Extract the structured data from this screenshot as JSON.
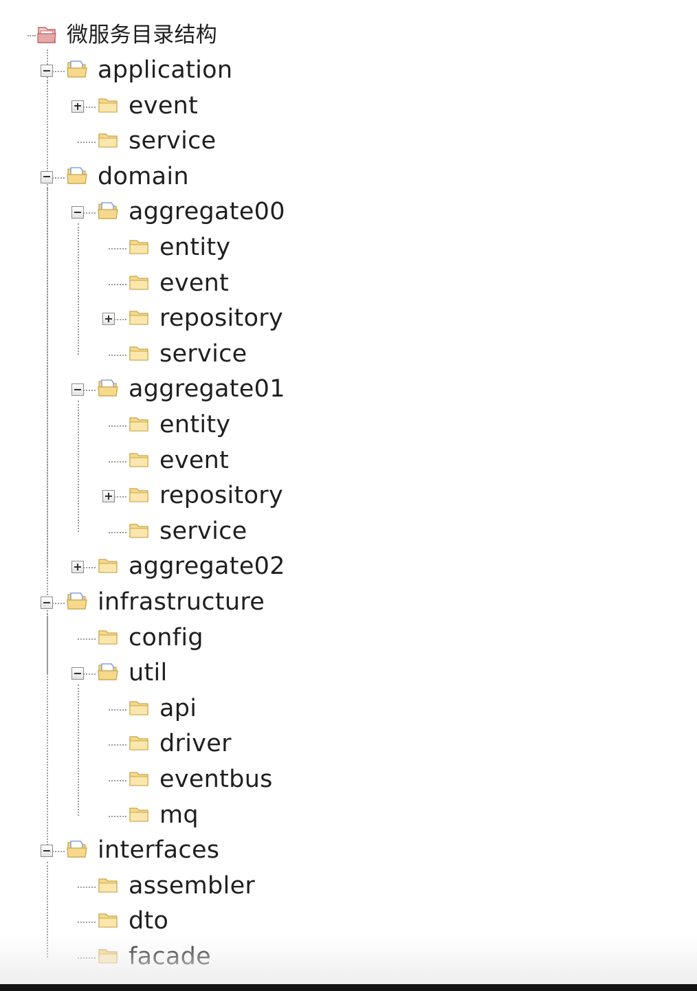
{
  "tree": {
    "root": {
      "label": "微服务目录结构",
      "icon": "root-folder-icon"
    },
    "nodes": [
      {
        "label": "application",
        "depth": 0,
        "toggle": "minus",
        "icon": "open-folder-icon"
      },
      {
        "label": "event",
        "depth": 1,
        "toggle": "plus",
        "icon": "folder-icon"
      },
      {
        "label": "service",
        "depth": 1,
        "toggle": "none",
        "icon": "folder-icon"
      },
      {
        "label": "domain",
        "depth": 0,
        "toggle": "minus",
        "icon": "open-folder-icon"
      },
      {
        "label": "aggregate00",
        "depth": 1,
        "toggle": "minus",
        "icon": "open-folder-icon"
      },
      {
        "label": "entity",
        "depth": 2,
        "toggle": "none",
        "icon": "folder-icon"
      },
      {
        "label": "event",
        "depth": 2,
        "toggle": "none",
        "icon": "folder-icon"
      },
      {
        "label": "repository",
        "depth": 2,
        "toggle": "plus",
        "icon": "folder-icon"
      },
      {
        "label": "service",
        "depth": 2,
        "toggle": "none",
        "icon": "folder-icon"
      },
      {
        "label": "aggregate01",
        "depth": 1,
        "toggle": "minus",
        "icon": "open-folder-icon"
      },
      {
        "label": "entity",
        "depth": 2,
        "toggle": "none",
        "icon": "folder-icon"
      },
      {
        "label": "event",
        "depth": 2,
        "toggle": "none",
        "icon": "folder-icon"
      },
      {
        "label": "repository",
        "depth": 2,
        "toggle": "plus",
        "icon": "folder-icon"
      },
      {
        "label": "service",
        "depth": 2,
        "toggle": "none",
        "icon": "folder-icon"
      },
      {
        "label": "aggregate02",
        "depth": 1,
        "toggle": "plus",
        "icon": "folder-icon"
      },
      {
        "label": "infrastructure",
        "depth": 0,
        "toggle": "minus",
        "icon": "open-folder-icon"
      },
      {
        "label": "config",
        "depth": 1,
        "toggle": "none",
        "icon": "folder-icon"
      },
      {
        "label": "util",
        "depth": 1,
        "toggle": "minus",
        "icon": "open-folder-icon"
      },
      {
        "label": "api",
        "depth": 2,
        "toggle": "none",
        "icon": "folder-icon"
      },
      {
        "label": "driver",
        "depth": 2,
        "toggle": "none",
        "icon": "folder-icon"
      },
      {
        "label": "eventbus",
        "depth": 2,
        "toggle": "none",
        "icon": "folder-icon"
      },
      {
        "label": "mq",
        "depth": 2,
        "toggle": "none",
        "icon": "folder-icon"
      },
      {
        "label": "interfaces",
        "depth": 0,
        "toggle": "minus",
        "icon": "open-folder-icon"
      },
      {
        "label": "assembler",
        "depth": 1,
        "toggle": "none",
        "icon": "folder-icon"
      },
      {
        "label": "dto",
        "depth": 1,
        "toggle": "none",
        "icon": "folder-icon"
      },
      {
        "label": "facade",
        "depth": 1,
        "toggle": "none",
        "icon": "folder-icon"
      }
    ]
  },
  "colors": {
    "folder_fill": "#f6d98a",
    "folder_edge": "#c9a44a",
    "open_folder_accent": "#6f8fd6",
    "root_folder": "#d98a8a",
    "guide_line": "#9a9a9a",
    "text": "#1f1f1f"
  }
}
